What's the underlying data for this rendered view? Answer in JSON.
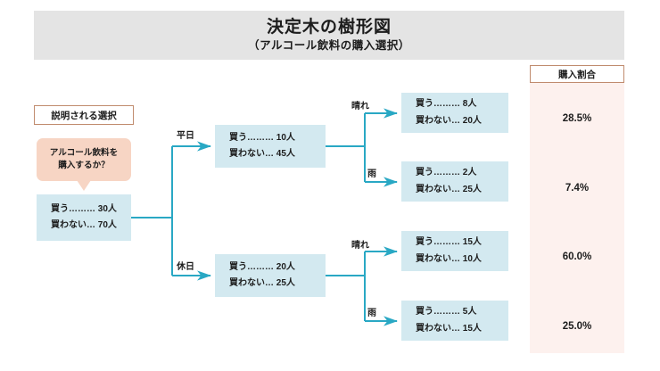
{
  "title": {
    "main": "決定木の樹形図",
    "sub": "（アルコール飲料の購入選択）"
  },
  "legend": {
    "label": "説明される選択"
  },
  "bubble": {
    "line1": "アルコール飲料を",
    "line2": "購入するか？"
  },
  "colors": {
    "banner": "#e4e4e4",
    "node": "#d3e9f0",
    "bubble": "#f7d5c4",
    "connector": "#29a8c4",
    "panel": "#fdf1ee",
    "panel_border": "#c08b6e"
  },
  "tree": {
    "root": {
      "buy_label": "買う………",
      "buy_value": "30人",
      "nobuy_label": "買わない…",
      "nobuy_value": "70人"
    },
    "level1": [
      {
        "edge_label": "平日",
        "buy_label": "買う………",
        "buy_value": "10人",
        "nobuy_label": "買わない…",
        "nobuy_value": "45人"
      },
      {
        "edge_label": "休日",
        "buy_label": "買う………",
        "buy_value": "20人",
        "nobuy_label": "買わない…",
        "nobuy_value": "25人"
      }
    ],
    "leaves": [
      {
        "edge_label": "晴れ",
        "buy_label": "買う………",
        "buy_value": "8人",
        "nobuy_label": "買わない…",
        "nobuy_value": "20人",
        "ratio": "28.5%"
      },
      {
        "edge_label": "雨",
        "buy_label": "買う………",
        "buy_value": "2人",
        "nobuy_label": "買わない…",
        "nobuy_value": "25人",
        "ratio": "7.4%"
      },
      {
        "edge_label": "晴れ",
        "buy_label": "買う………",
        "buy_value": "15人",
        "nobuy_label": "買わない…",
        "nobuy_value": "10人",
        "ratio": "60.0%"
      },
      {
        "edge_label": "雨",
        "buy_label": "買う………",
        "buy_value": "5人",
        "nobuy_label": "買わない…",
        "nobuy_value": "15人",
        "ratio": "25.0%"
      }
    ]
  },
  "ratio_panel": {
    "header": "購入割合"
  }
}
